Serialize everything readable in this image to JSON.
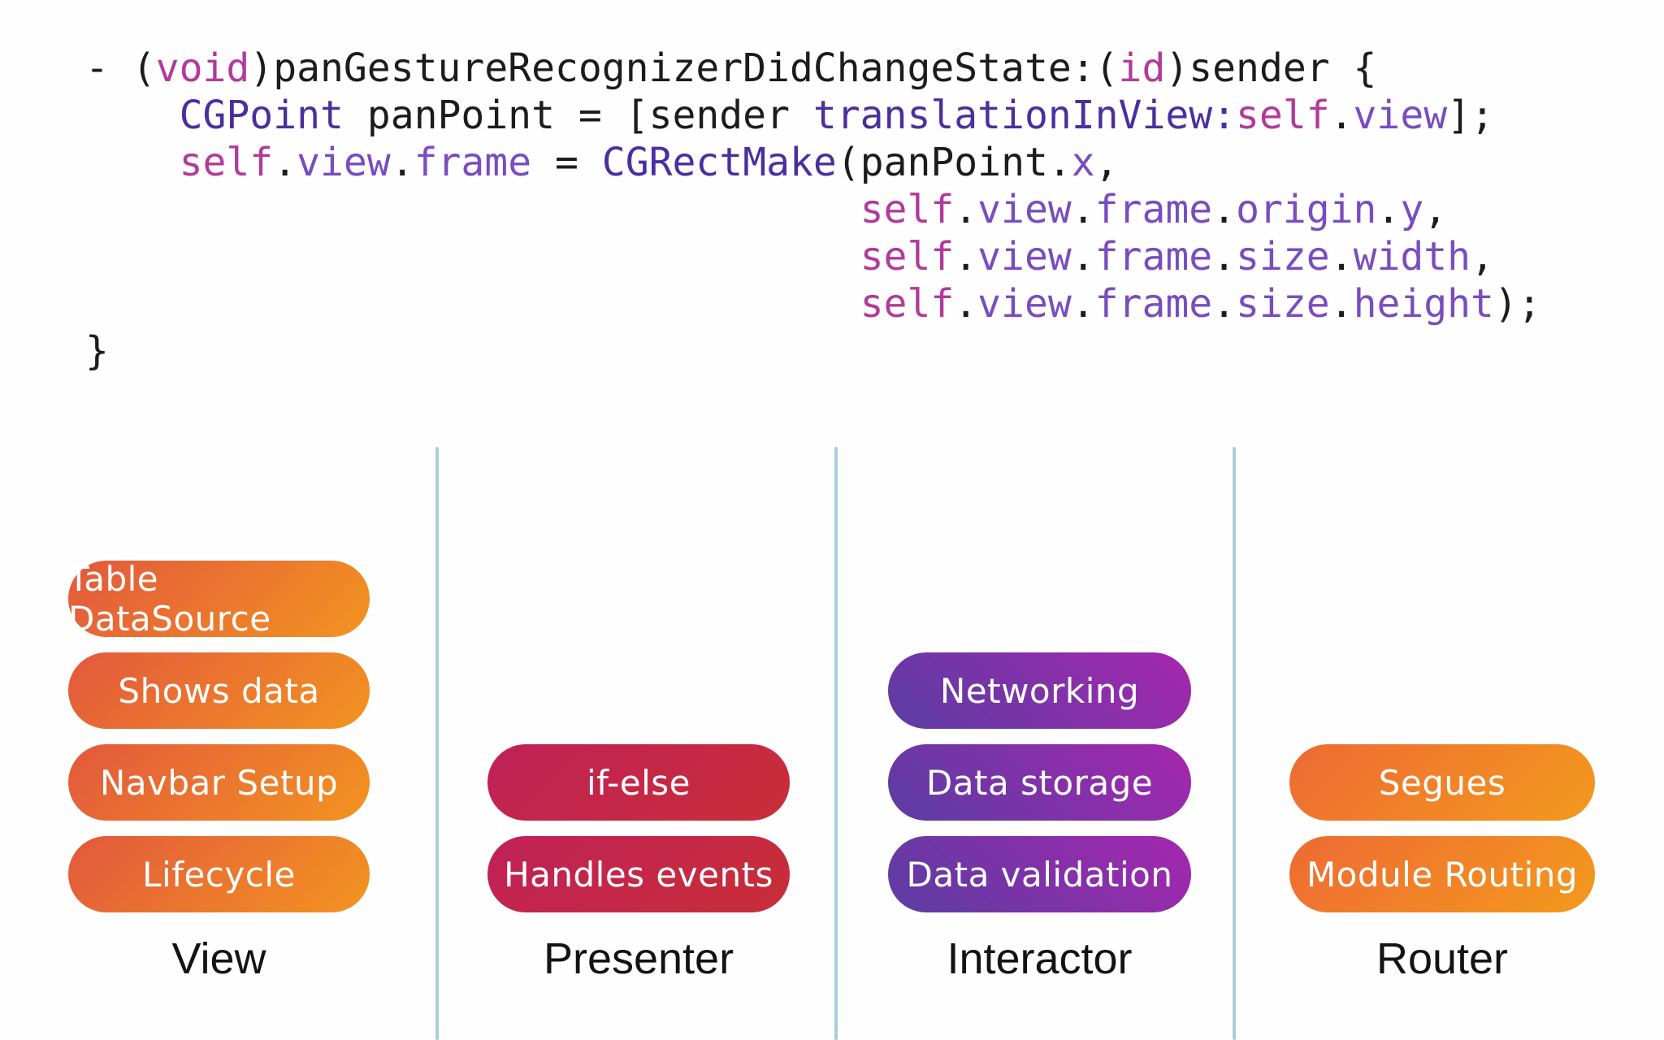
{
  "code_block": {
    "colors": {
      "plain": "#1c1c1e",
      "keyword": "#b23a9c",
      "type": "#4a2f9f",
      "property": "#7a4cc0"
    },
    "lines": [
      [
        {
          "t": "- (",
          "c": "plain"
        },
        {
          "t": "void",
          "c": "keyword"
        },
        {
          "t": ")panGestureRecognizerDidChangeState:(",
          "c": "plain"
        },
        {
          "t": "id",
          "c": "keyword"
        },
        {
          "t": ")sender {",
          "c": "plain"
        }
      ],
      [
        {
          "t": "    ",
          "c": "plain"
        },
        {
          "t": "CGPoint",
          "c": "type"
        },
        {
          "t": " panPoint = [sender ",
          "c": "plain"
        },
        {
          "t": "translationInView:",
          "c": "type"
        },
        {
          "t": "self",
          "c": "keyword"
        },
        {
          "t": ".",
          "c": "plain"
        },
        {
          "t": "view",
          "c": "property"
        },
        {
          "t": "];",
          "c": "plain"
        }
      ],
      [
        {
          "t": "    ",
          "c": "plain"
        },
        {
          "t": "self",
          "c": "keyword"
        },
        {
          "t": ".",
          "c": "plain"
        },
        {
          "t": "view",
          "c": "property"
        },
        {
          "t": ".",
          "c": "plain"
        },
        {
          "t": "frame",
          "c": "property"
        },
        {
          "t": " = ",
          "c": "plain"
        },
        {
          "t": "CGRectMake",
          "c": "type"
        },
        {
          "t": "(panPoint.",
          "c": "plain"
        },
        {
          "t": "x",
          "c": "property"
        },
        {
          "t": ",",
          "c": "plain"
        }
      ],
      [
        {
          "t": "                                 ",
          "c": "plain"
        },
        {
          "t": "self",
          "c": "keyword"
        },
        {
          "t": ".",
          "c": "plain"
        },
        {
          "t": "view",
          "c": "property"
        },
        {
          "t": ".",
          "c": "plain"
        },
        {
          "t": "frame",
          "c": "property"
        },
        {
          "t": ".",
          "c": "plain"
        },
        {
          "t": "origin",
          "c": "property"
        },
        {
          "t": ".",
          "c": "plain"
        },
        {
          "t": "y",
          "c": "property"
        },
        {
          "t": ",",
          "c": "plain"
        }
      ],
      [
        {
          "t": "                                 ",
          "c": "plain"
        },
        {
          "t": "self",
          "c": "keyword"
        },
        {
          "t": ".",
          "c": "plain"
        },
        {
          "t": "view",
          "c": "property"
        },
        {
          "t": ".",
          "c": "plain"
        },
        {
          "t": "frame",
          "c": "property"
        },
        {
          "t": ".",
          "c": "plain"
        },
        {
          "t": "size",
          "c": "property"
        },
        {
          "t": ".",
          "c": "plain"
        },
        {
          "t": "width",
          "c": "property"
        },
        {
          "t": ",",
          "c": "plain"
        }
      ],
      [
        {
          "t": "                                 ",
          "c": "plain"
        },
        {
          "t": "self",
          "c": "keyword"
        },
        {
          "t": ".",
          "c": "plain"
        },
        {
          "t": "view",
          "c": "property"
        },
        {
          "t": ".",
          "c": "plain"
        },
        {
          "t": "frame",
          "c": "property"
        },
        {
          "t": ".",
          "c": "plain"
        },
        {
          "t": "size",
          "c": "property"
        },
        {
          "t": ".",
          "c": "plain"
        },
        {
          "t": "height",
          "c": "property"
        },
        {
          "t": ");",
          "c": "plain"
        }
      ],
      [
        {
          "t": "}",
          "c": "plain"
        }
      ]
    ]
  },
  "diagram": {
    "divider_color": "#a9cdda",
    "columns": [
      {
        "label": "View",
        "gradient": {
          "from": "#e2583d",
          "to": "#f39420",
          "angle": 135
        },
        "pills": [
          {
            "label": "Table DataSource",
            "row": 1
          },
          {
            "label": "Shows data",
            "row": 2
          },
          {
            "label": "Navbar Setup",
            "row": 3
          },
          {
            "label": "Lifecycle",
            "row": 4
          }
        ]
      },
      {
        "label": "Presenter",
        "gradient": {
          "from": "#c02158",
          "to": "#c82e37",
          "angle": 135
        },
        "pills": [
          {
            "label": "if-else",
            "row": 3
          },
          {
            "label": "Handles events",
            "row": 4
          }
        ]
      },
      {
        "label": "Interactor",
        "gradient": {
          "from": "#5b3da2",
          "to": "#a527ae",
          "angle": 45
        },
        "pills": [
          {
            "label": "Networking",
            "row": 2
          },
          {
            "label": "Data storage",
            "row": 3
          },
          {
            "label": "Data validation",
            "row": 4
          }
        ]
      },
      {
        "label": "Router",
        "gradient": {
          "from": "#ee6a34",
          "to": "#f39a1c",
          "angle": 135
        },
        "pills": [
          {
            "label": "Segues",
            "row": 3
          },
          {
            "label": "Module Routing",
            "row": 4
          }
        ]
      }
    ]
  }
}
